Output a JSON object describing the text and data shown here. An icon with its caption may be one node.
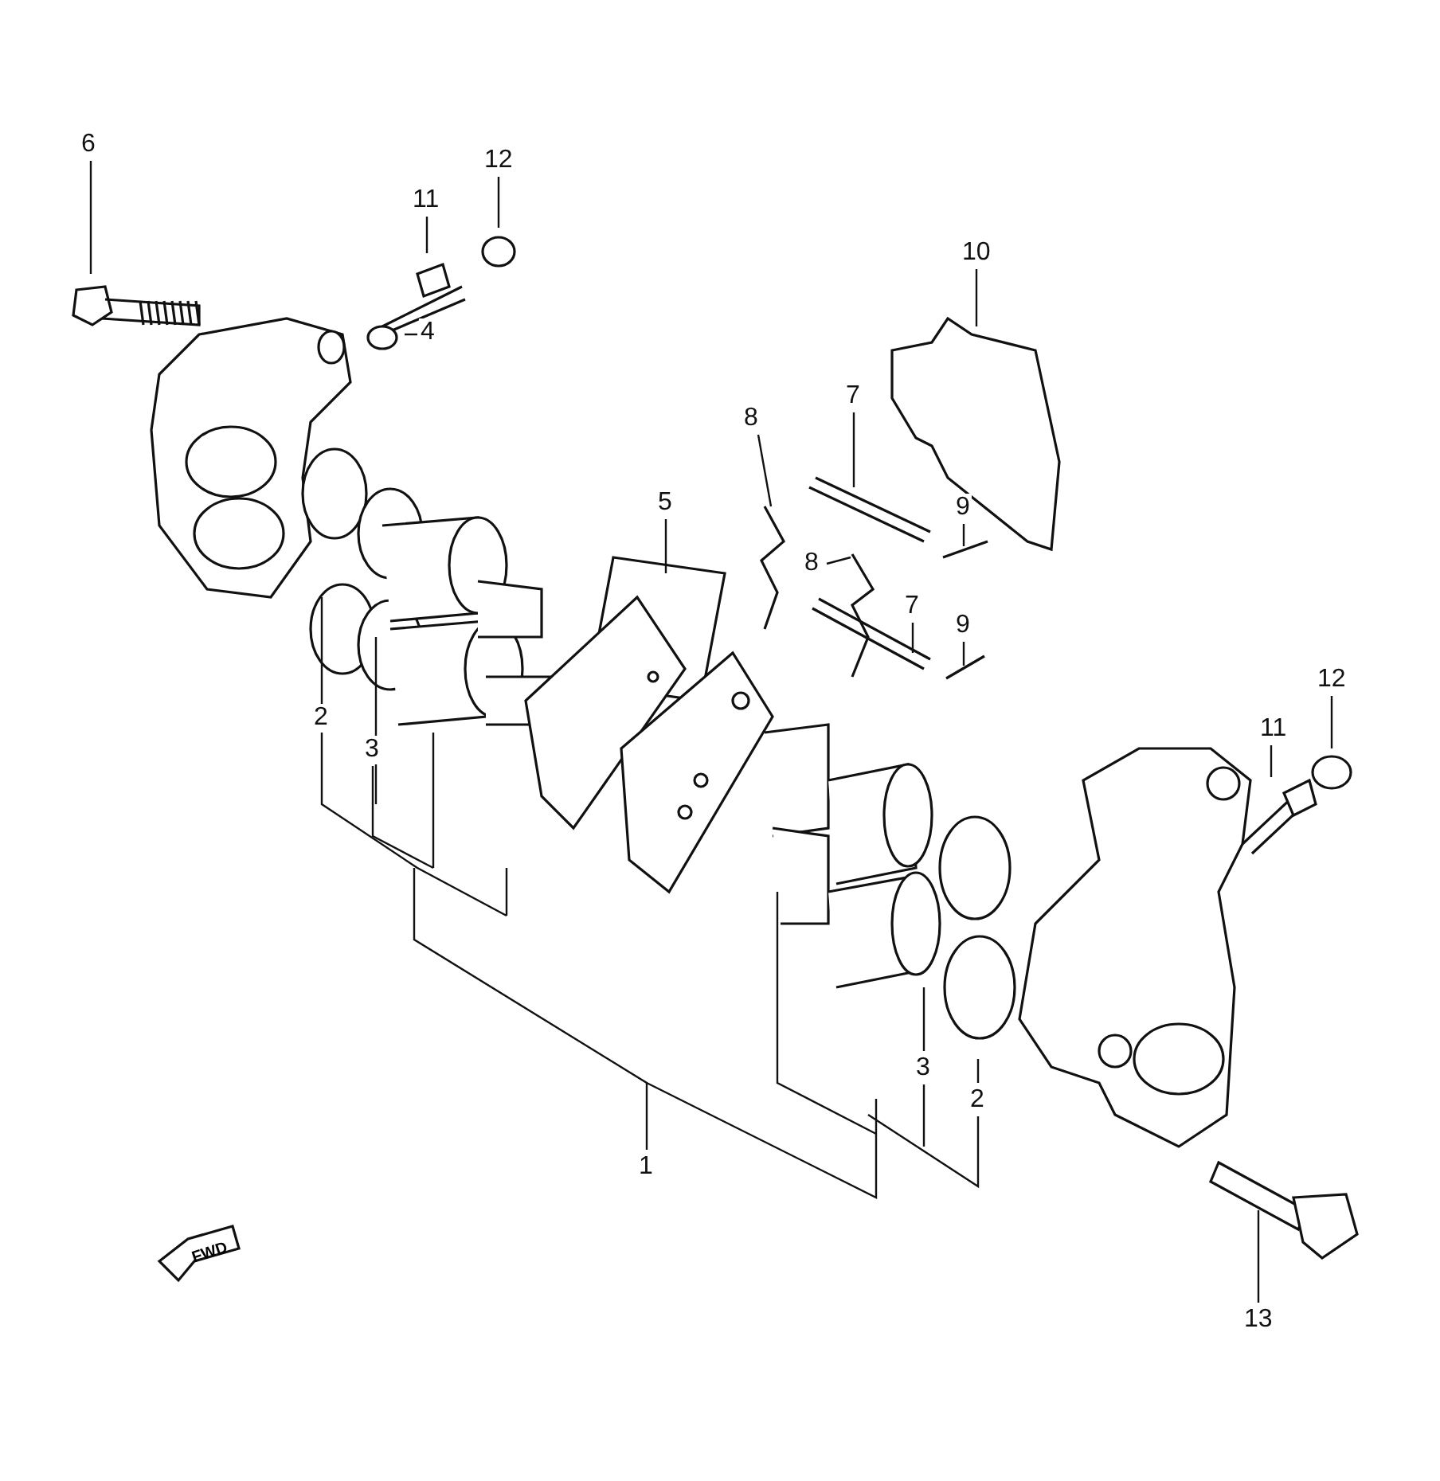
{
  "diagram": {
    "nodes": [
      {
        "text": [
          "6"
        ]
      },
      {
        "text": [
          "12"
        ]
      },
      {
        "text": [
          "11"
        ]
      },
      {
        "text": [
          "4"
        ]
      },
      {
        "text": [
          "10"
        ]
      },
      {
        "text": [
          "8"
        ]
      },
      {
        "text": [
          "7"
        ]
      },
      {
        "text": [
          "5"
        ]
      },
      {
        "text": [
          "9"
        ]
      },
      {
        "text": [
          "8"
        ]
      },
      {
        "text": [
          "7"
        ]
      },
      {
        "text": [
          "9"
        ]
      },
      {
        "text": [
          "2"
        ]
      },
      {
        "text": [
          "3"
        ]
      },
      {
        "text": [
          "12"
        ]
      },
      {
        "text": [
          "11"
        ]
      },
      {
        "text": [
          "1"
        ]
      },
      {
        "text": [
          "3"
        ]
      },
      {
        "text": [
          "2"
        ]
      },
      {
        "text": [
          "13"
        ]
      }
    ],
    "edges": [
      {
        "from": 0,
        "to": null,
        "arrow": "none"
      },
      {
        "from": 1,
        "to": null,
        "arrow": "none"
      },
      {
        "from": 2,
        "to": null,
        "arrow": "none"
      },
      {
        "from": 3,
        "to": null,
        "arrow": "none"
      },
      {
        "from": 4,
        "to": null,
        "arrow": "none"
      },
      {
        "from": 5,
        "to": null,
        "arrow": "none"
      },
      {
        "from": 6,
        "to": null,
        "arrow": "none"
      },
      {
        "from": 7,
        "to": null,
        "arrow": "none"
      },
      {
        "from": 8,
        "to": null,
        "arrow": "none"
      },
      {
        "from": 9,
        "to": null,
        "arrow": "none"
      },
      {
        "from": 10,
        "to": null,
        "arrow": "none"
      },
      {
        "from": 11,
        "to": null,
        "arrow": "none"
      },
      {
        "from": 12,
        "to": null,
        "arrow": "none"
      },
      {
        "from": 13,
        "to": null,
        "arrow": "none"
      },
      {
        "from": 14,
        "to": null,
        "arrow": "none"
      },
      {
        "from": 15,
        "to": null,
        "arrow": "none"
      },
      {
        "from": 16,
        "to": null,
        "arrow": "none"
      },
      {
        "from": 17,
        "to": null,
        "arrow": "none"
      },
      {
        "from": 18,
        "to": null,
        "arrow": "none"
      },
      {
        "from": 19,
        "to": null,
        "arrow": "none"
      }
    ],
    "labels": [
      "FWD"
    ]
  }
}
